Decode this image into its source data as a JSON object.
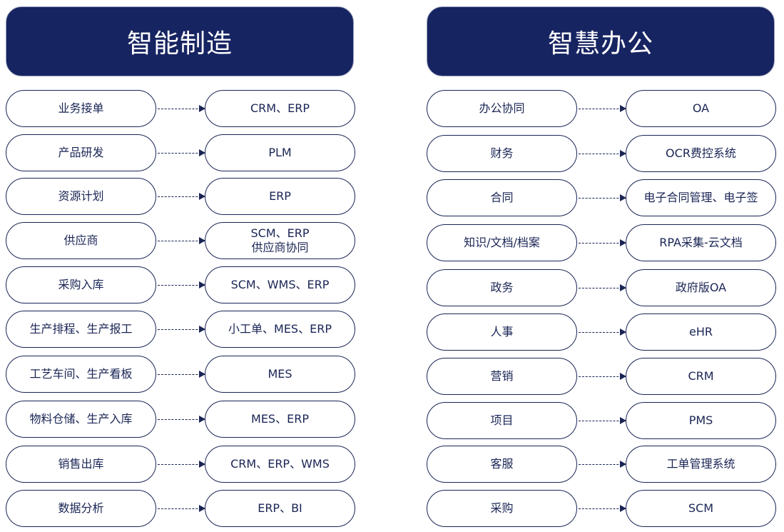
{
  "manufacturing": {
    "title": "智能制造",
    "rows": [
      {
        "source": "业务接单",
        "targets": [
          "CRM、ERP"
        ]
      },
      {
        "source": "产品研发",
        "targets": [
          "PLM"
        ]
      },
      {
        "source": "资源计划",
        "targets": [
          "ERP"
        ]
      },
      {
        "source": "供应商",
        "targets": [
          "SCM、ERP",
          "供应商协同"
        ]
      },
      {
        "source": "采购入库",
        "targets": [
          "SCM、WMS、ERP"
        ]
      },
      {
        "source": "生产排程、生产报工",
        "targets": [
          "小工单、MES、ERP"
        ]
      },
      {
        "source": "工艺车间、生产看板",
        "targets": [
          "MES"
        ]
      },
      {
        "source": "物料仓储、生产入库",
        "targets": [
          "MES、ERP"
        ]
      },
      {
        "source": "销售出库",
        "targets": [
          "CRM、ERP、WMS"
        ]
      },
      {
        "source": "数据分析",
        "targets": [
          "ERP、BI"
        ]
      }
    ]
  },
  "office": {
    "title": "智慧办公",
    "rows": [
      {
        "source": "办公协同",
        "targets": [
          "OA"
        ]
      },
      {
        "source": "财务",
        "targets": [
          "OCR费控系统"
        ]
      },
      {
        "source": "合同",
        "targets": [
          "电子合同管理、电子签"
        ]
      },
      {
        "source": "知识/文档/档案",
        "targets": [
          "RPA采集-云文档"
        ]
      },
      {
        "source": "政务",
        "targets": [
          "政府版OA"
        ]
      },
      {
        "source": "人事",
        "targets": [
          "eHR"
        ]
      },
      {
        "source": "营销",
        "targets": [
          "CRM"
        ]
      },
      {
        "source": "项目",
        "targets": [
          "PMS"
        ]
      },
      {
        "source": "客服",
        "targets": [
          "工单管理系统"
        ]
      },
      {
        "source": "采购",
        "targets": [
          "SCM"
        ]
      }
    ]
  }
}
